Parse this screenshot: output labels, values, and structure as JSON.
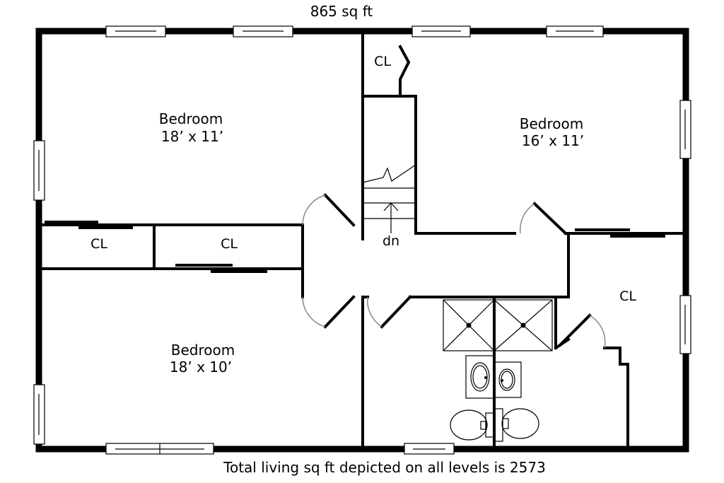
{
  "header": {
    "area": "865 sq ft"
  },
  "footer": {
    "total": "Total living sq ft depicted on all levels is 2573"
  },
  "rooms": {
    "bedroom_top_left": {
      "name": "Bedroom",
      "dims": "18’ x 11’"
    },
    "bedroom_top_right": {
      "name": "Bedroom",
      "dims": "16’ x 11’"
    },
    "bedroom_bottom_left": {
      "name": "Bedroom",
      "dims": "18’ x 10’"
    }
  },
  "closets": {
    "cl_top": "CL",
    "cl_left_small": "CL",
    "cl_left_large": "CL",
    "cl_right": "CL"
  },
  "stairs": {
    "direction": "dn"
  }
}
